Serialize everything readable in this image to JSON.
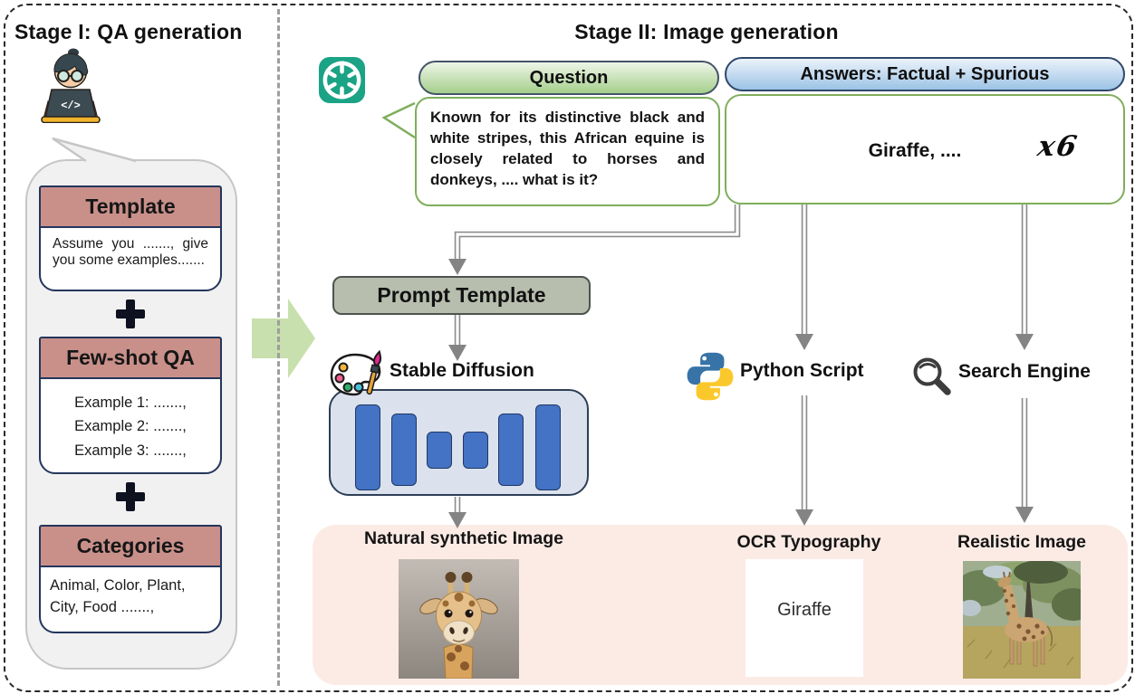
{
  "stage1": {
    "title": "Stage I: QA generation",
    "laptop_glyph": "</>",
    "template": {
      "header": "Template",
      "body": "Assume you ......., give you some examples......."
    },
    "few_shot": {
      "header": "Few-shot QA",
      "lines": [
        "Example 1: .......,",
        "Example 2: .......,",
        "Example 3: .......,"
      ]
    },
    "categories": {
      "header": "Categories",
      "body": "Animal, Color, Plant, City, Food .......,"
    }
  },
  "stage2": {
    "title": "Stage II: Image generation",
    "question": {
      "header": "Question",
      "body": "Known for its distinctive black and white stripes, this African equine is closely related to horses and donkeys, .... what is it?"
    },
    "answers": {
      "header": "Answers: Factual + Spurious",
      "value": "Giraffe, ....",
      "multiplier": "x6"
    },
    "prompt_template_label": "Prompt Template",
    "stable_diffusion_label": "Stable Diffusion",
    "python_script_label": "Python Script",
    "search_engine_label": "Search Engine",
    "outputs": {
      "natural_label": "Natural synthetic Image",
      "ocr_label": "OCR Typography",
      "ocr_text": "Giraffe",
      "realistic_label": "Realistic Image"
    }
  },
  "icons": {
    "coder": "coder-at-laptop-icon",
    "gpt": "gpt-icon",
    "palette": "palette-brush-icon",
    "python": "python-icon",
    "magnifier": "magnifier-icon",
    "plus": "plus-icon",
    "transition": "right-arrow-icon"
  },
  "colors": {
    "header_pink": "#c9908a",
    "box_border_navy": "#24365c",
    "question_green_border": "#7fae5c",
    "question_pill_green": "#a5cf8c",
    "answers_pill_blue": "#9cc3e5",
    "gpt_green": "#1aa385",
    "prompt_gray_green": "#b7beae",
    "unet_bar_blue": "#4472c4",
    "unet_bg": "#dbe2ee",
    "pink_panel": "#fcebe5",
    "arrow_gray": "#8c8c8c",
    "transition_green": "#c8e0ad"
  }
}
